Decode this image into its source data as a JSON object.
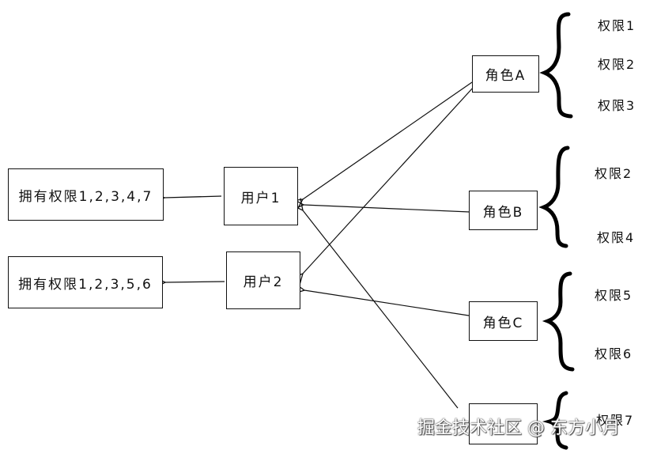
{
  "results": {
    "user1": "拥有权限1,2,3,4,7",
    "user2": "拥有权限1,2,3,5,6"
  },
  "users": {
    "user1": "用户1",
    "user2": "用户2"
  },
  "roles": {
    "a": {
      "label": "角色A",
      "permissions": [
        "权限1",
        "权限2",
        "权限3"
      ]
    },
    "b": {
      "label": "角色B",
      "permissions": [
        "权限2",
        "权限4"
      ]
    },
    "c": {
      "label": "角色C",
      "permissions": [
        "权限5",
        "权限6"
      ]
    },
    "d": {
      "label": "",
      "permissions": [
        "权限7"
      ]
    }
  },
  "watermark": "掘金技术社区 @ 东方小月"
}
